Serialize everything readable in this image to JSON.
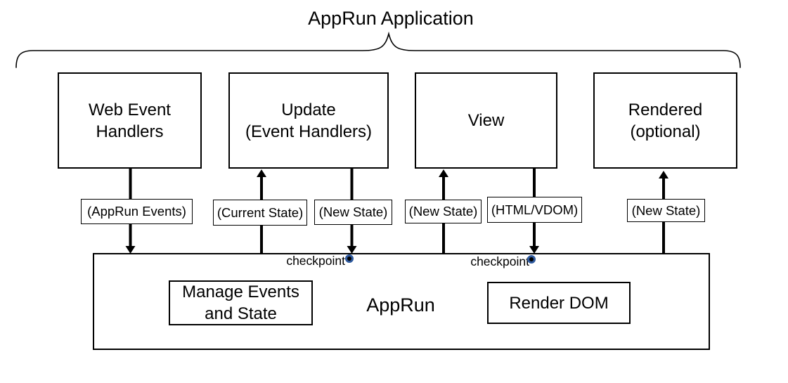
{
  "title": "AppRun Application",
  "colors": {
    "ink": "#000000",
    "checkpoint_ring": "#2f5a9e",
    "background": "#ffffff"
  },
  "top_boxes": [
    {
      "id": "web-event-handlers",
      "line1": "Web Event",
      "line2": "Handlers"
    },
    {
      "id": "update",
      "line1": "Update",
      "line2": "(Event Handlers)"
    },
    {
      "id": "view",
      "line1": "View",
      "line2": ""
    },
    {
      "id": "rendered",
      "line1": "Rendered",
      "line2": "(optional)"
    }
  ],
  "flow_labels": [
    {
      "text": "(AppRun Events)",
      "direction": "down",
      "from": "Web Event Handlers",
      "to": "AppRun"
    },
    {
      "text": "(Current State)",
      "direction": "up",
      "from": "AppRun",
      "to": "Update (Event Handlers)"
    },
    {
      "text": "(New State)",
      "direction": "down",
      "from": "Update (Event Handlers)",
      "to": "AppRun"
    },
    {
      "text": "(New State)",
      "direction": "up",
      "from": "AppRun",
      "to": "View"
    },
    {
      "text": "(HTML/VDOM)",
      "direction": "down",
      "from": "View",
      "to": "AppRun"
    },
    {
      "text": "(New State)",
      "direction": "up",
      "from": "AppRun",
      "to": "Rendered (optional)"
    }
  ],
  "checkpoints": [
    {
      "label": "checkpoint"
    },
    {
      "label": "checkpoint"
    }
  ],
  "runtime_box": {
    "label": "AppRun",
    "manage_box": {
      "line1": "Manage Events",
      "line2": "and State"
    },
    "render_box": {
      "label": "Render DOM"
    }
  }
}
